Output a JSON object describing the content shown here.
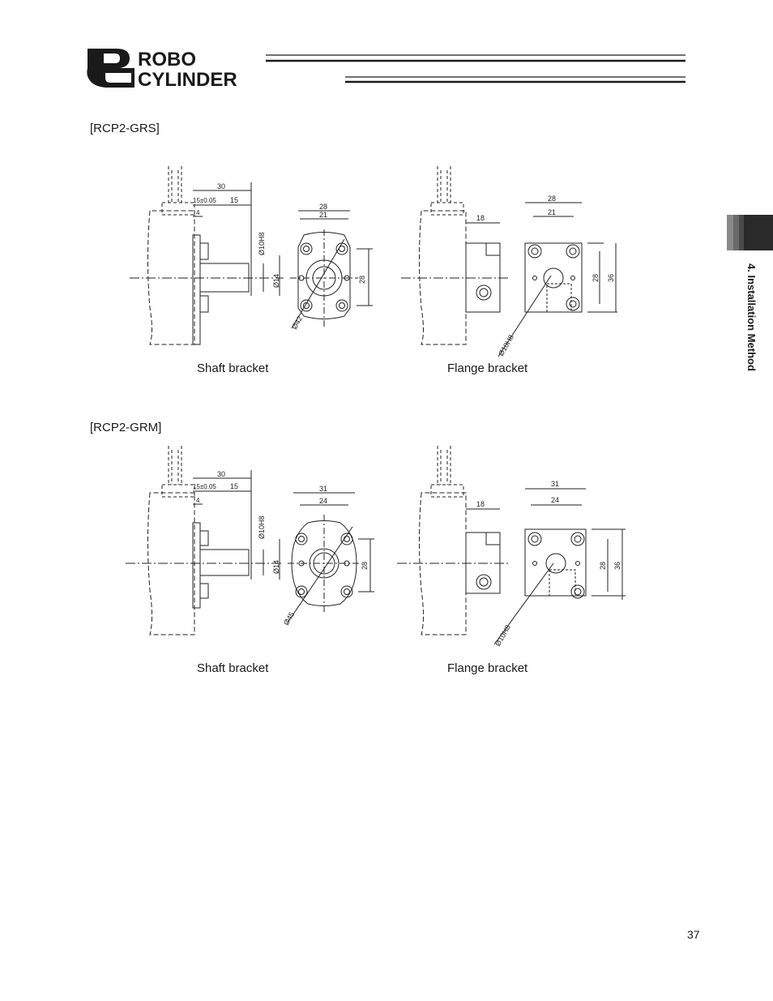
{
  "header": {
    "logo_text_top": "ROBO",
    "logo_text_bottom": "CYLINDER",
    "logo_letters": "RC"
  },
  "sections": [
    {
      "label": "[RCP2-GRS]",
      "shaft": {
        "caption": "Shaft bracket",
        "dims": [
          "30",
          "15±0.05",
          "15",
          "4",
          "Ø10H8",
          "Ø14",
          "28",
          "21",
          "28",
          "Ø42"
        ]
      },
      "flange": {
        "caption": "Flange bracket",
        "dims": [
          "18",
          "28",
          "21",
          "28",
          "36",
          "Ø10H8"
        ]
      }
    },
    {
      "label": "[RCP2-GRM]",
      "shaft": {
        "caption": "Shaft bracket",
        "dims": [
          "30",
          "15±0.05",
          "15",
          "4",
          "Ø10H8",
          "Ø14",
          "31",
          "24",
          "28",
          "Ø45"
        ]
      },
      "flange": {
        "caption": "Flange bracket",
        "dims": [
          "18",
          "31",
          "24",
          "28",
          "36",
          "Ø10H8"
        ]
      }
    }
  ],
  "side_tab": {
    "text": "4. Installation Method"
  },
  "page_number": "37"
}
